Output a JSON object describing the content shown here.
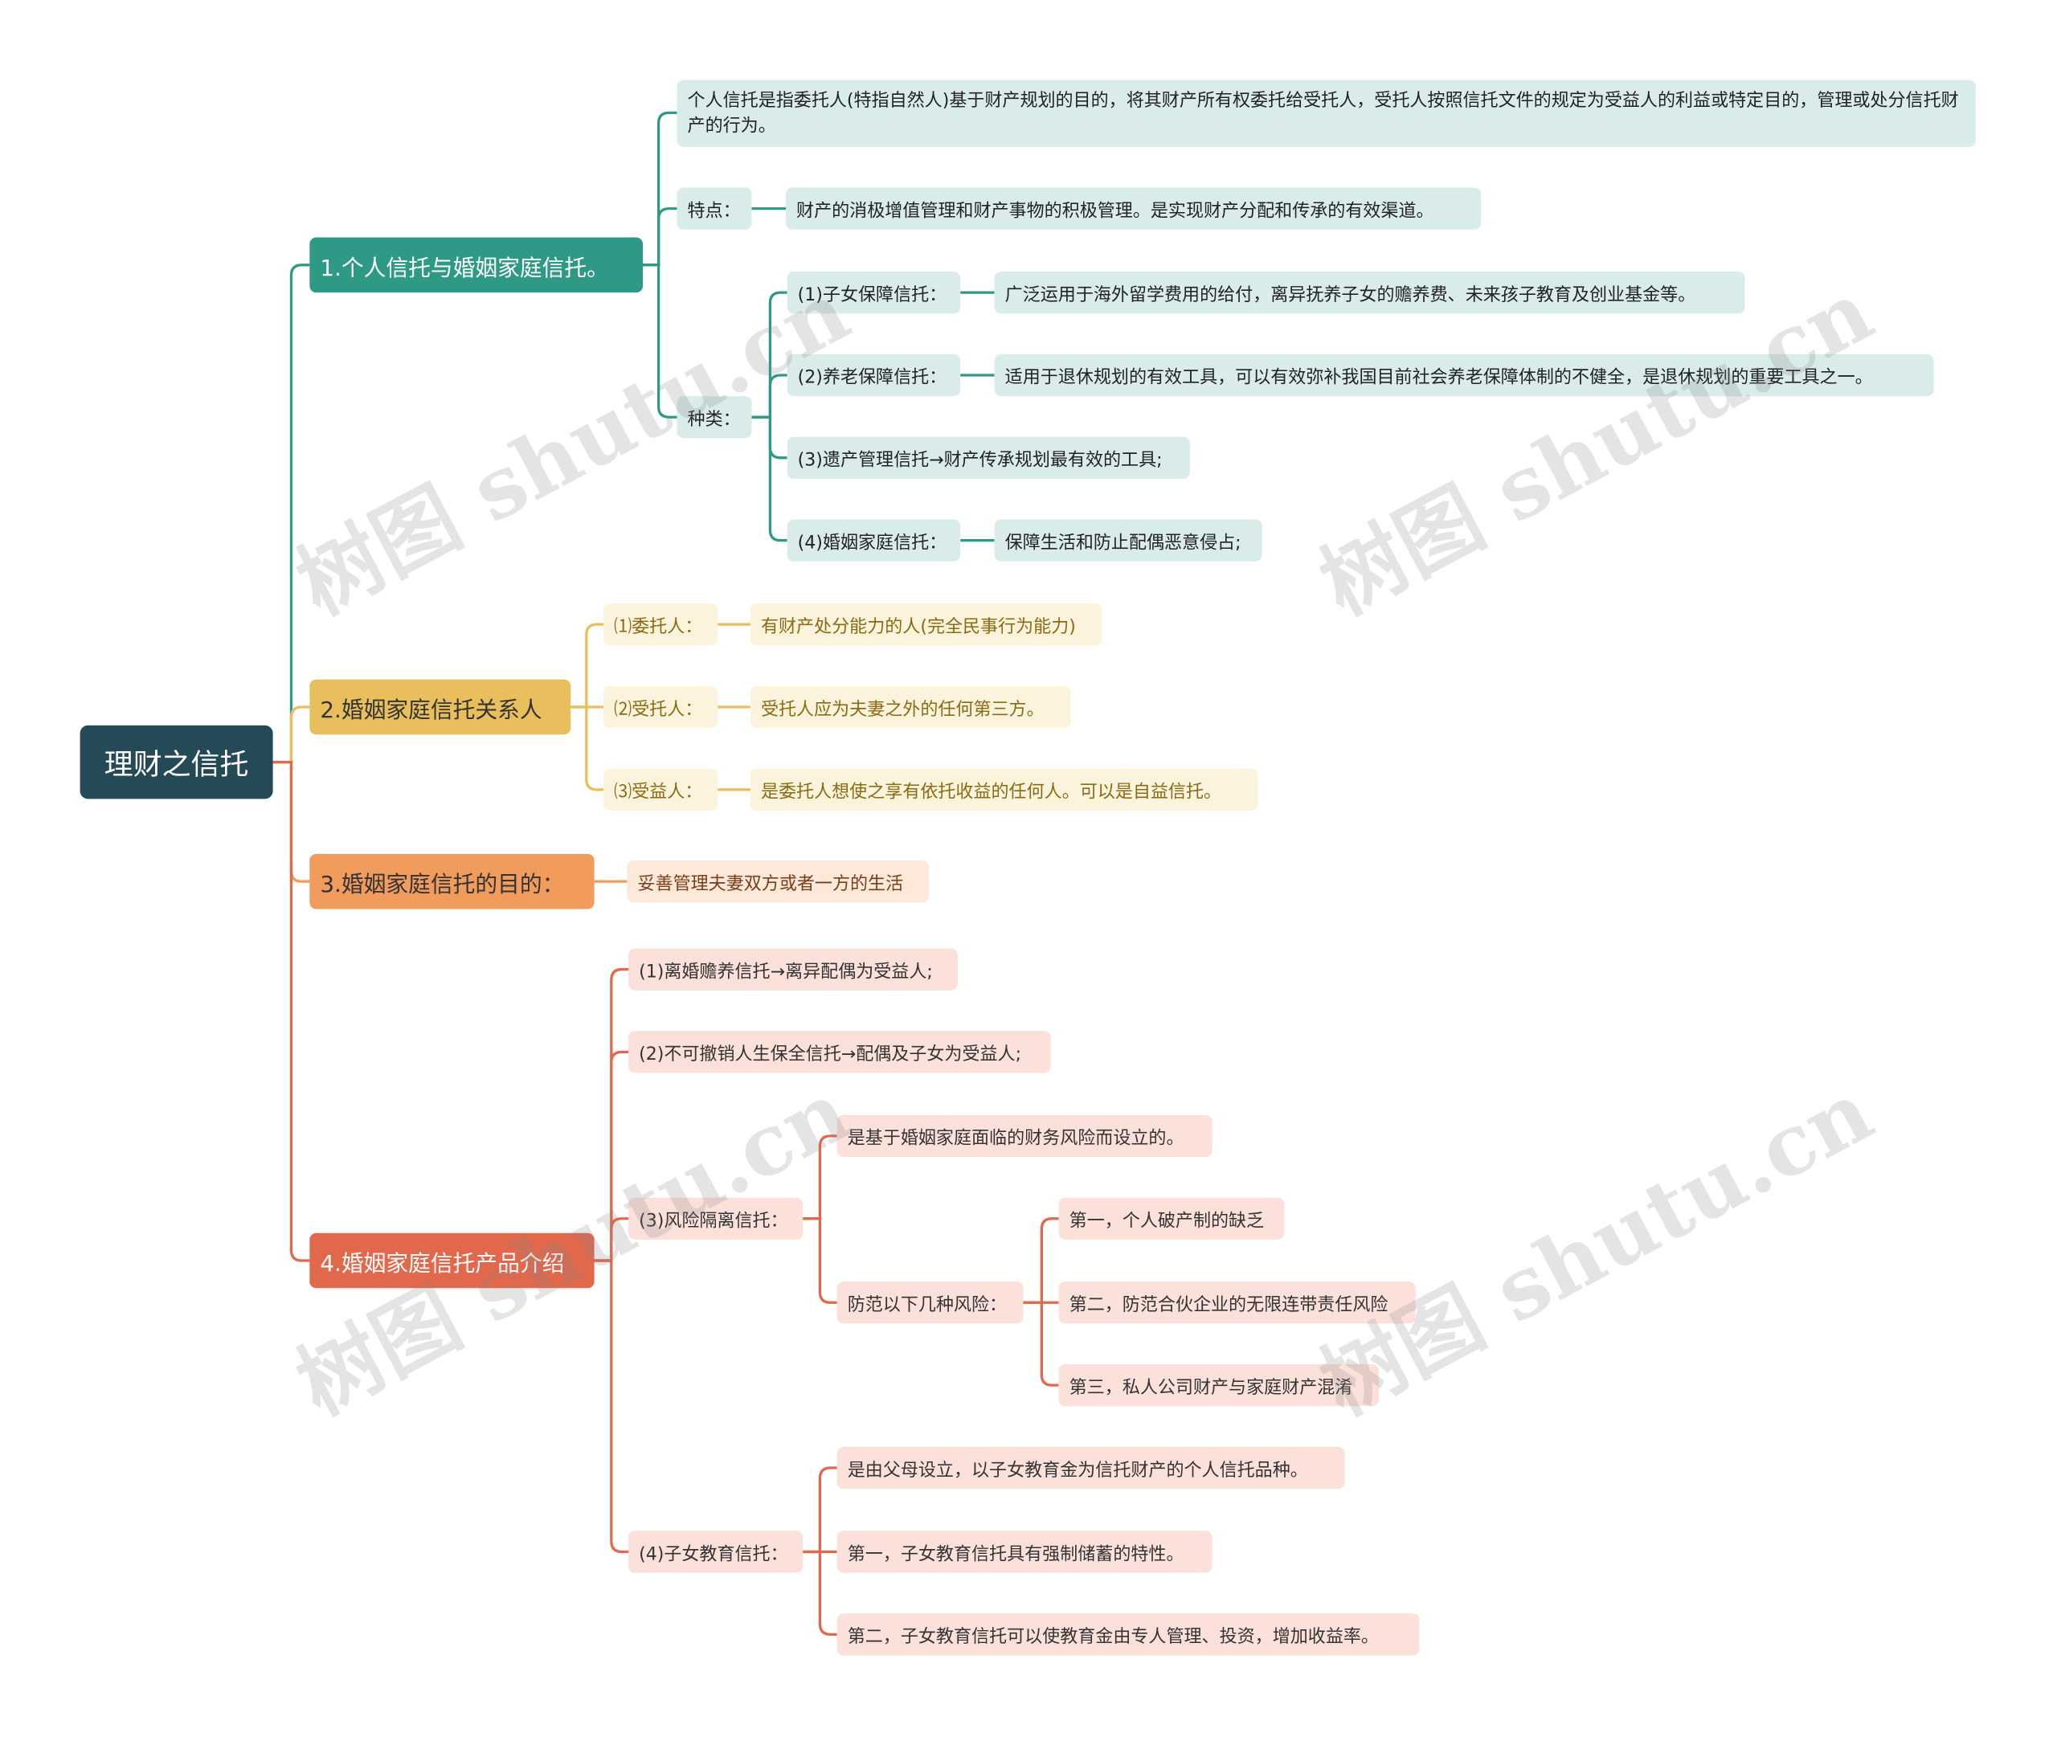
{
  "root": "理财之信托",
  "b1": {
    "title": "1.个人信托与婚姻家庭信托。",
    "definition": "个人信托是指委托人(特指自然人)基于财产规划的目的，将其财产所有权委托给受托人，受托人按照信托文件的规定为受益人的利益或特定目的，管理或处分信托财产的行为。",
    "feature_label": "特点：",
    "feature_text": "财产的消极增值管理和财产事物的积极管理。是实现财产分配和传承的有效渠道。",
    "types_label": "种类：",
    "types": [
      {
        "label": "(1)子女保障信托：",
        "desc": "广泛运用于海外留学费用的给付，离异抚养子女的赡养费、未来孩子教育及创业基金等。"
      },
      {
        "label": "(2)养老保障信托：",
        "desc": "适用于退休规划的有效工具，可以有效弥补我国目前社会养老保障体制的不健全，是退休规划的重要工具之一。"
      },
      {
        "label": "(3)遗产管理信托→财产传承规划最有效的工具;",
        "desc": ""
      },
      {
        "label": "(4)婚姻家庭信托：",
        "desc": "保障生活和防止配偶恶意侵占;"
      }
    ]
  },
  "b2": {
    "title": "2.婚姻家庭信托关系人",
    "items": [
      {
        "label": "⑴委托人：",
        "desc": "有财产处分能力的人(完全民事行为能力)"
      },
      {
        "label": "⑵受托人：",
        "desc": "受托人应为夫妻之外的任何第三方。"
      },
      {
        "label": "⑶受益人：",
        "desc": "是委托人想使之享有依托收益的任何人。可以是自益信托。"
      }
    ]
  },
  "b3": {
    "title": "3.婚姻家庭信托的目的：",
    "desc": "妥善管理夫妻双方或者一方的生活"
  },
  "b4": {
    "title": "4.婚姻家庭信托产品介绍",
    "p1": "(1)离婚赡养信托→离异配偶为受益人;",
    "p2": "(2)不可撤销人生保全信托→配偶及子女为受益人;",
    "p3": {
      "label": "(3)风险隔离信托：",
      "desc": "是基于婚姻家庭面临的财务风险而设立的。",
      "risk_label": "防范以下几种风险：",
      "risks": [
        "第一，个人破产制的缺乏",
        "第二，防范合伙企业的无限连带责任风险",
        "第三，私人公司财产与家庭财产混淆"
      ]
    },
    "p4": {
      "label": "(4)子女教育信托：",
      "items": [
        "是由父母设立，以子女教育金为信托财产的个人信托品种。",
        "第一，子女教育信托具有强制储蓄的特性。",
        "第二，子女教育信托可以使教育金由专人管理、投资，增加收益率。"
      ]
    }
  },
  "watermark": "树图 shutu.cn",
  "colors": {
    "root": "#244a57",
    "b1": "#2e9a86",
    "b2": "#e8bf5c",
    "b3": "#f19b5c",
    "b4": "#e2684c"
  }
}
